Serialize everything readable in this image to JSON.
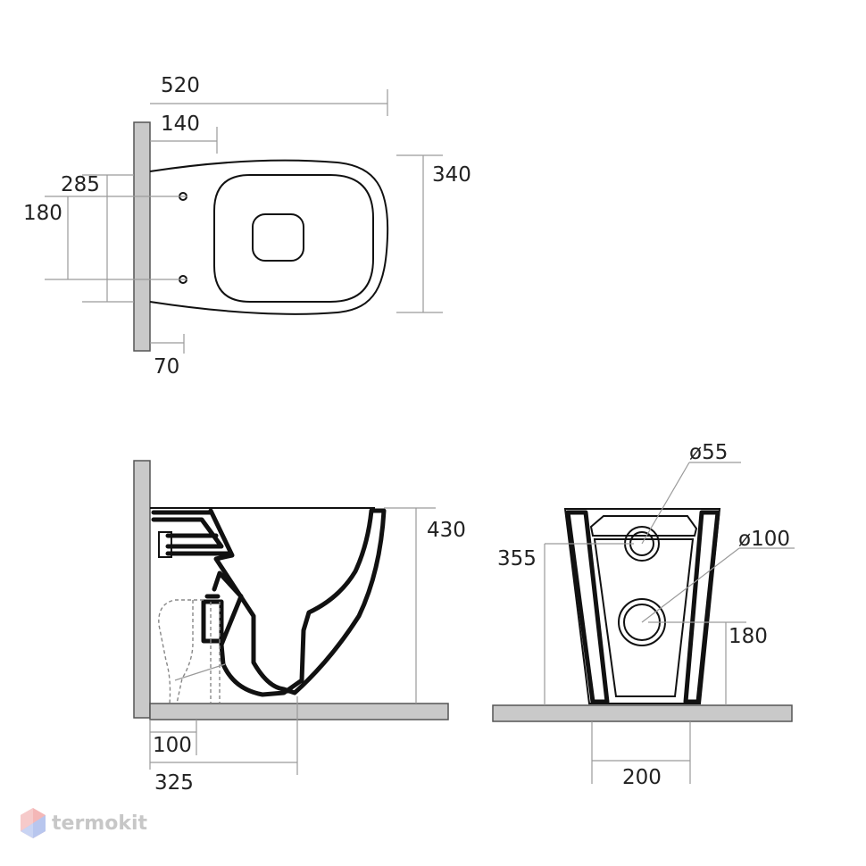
{
  "top_view": {
    "width_total": "520",
    "offset_140": "140",
    "depth_340": "340",
    "dist_285": "285",
    "dist_180": "180",
    "offset_70": "70"
  },
  "side_view": {
    "height_430": "430",
    "dist_100": "100",
    "dist_325": "325"
  },
  "front_view": {
    "dia_55": "ø55",
    "dia_100": "ø100",
    "height_355": "355",
    "height_180": "180",
    "width_200": "200"
  },
  "brand": {
    "name": "termokit",
    "logo": "hexagon-logo-icon"
  }
}
